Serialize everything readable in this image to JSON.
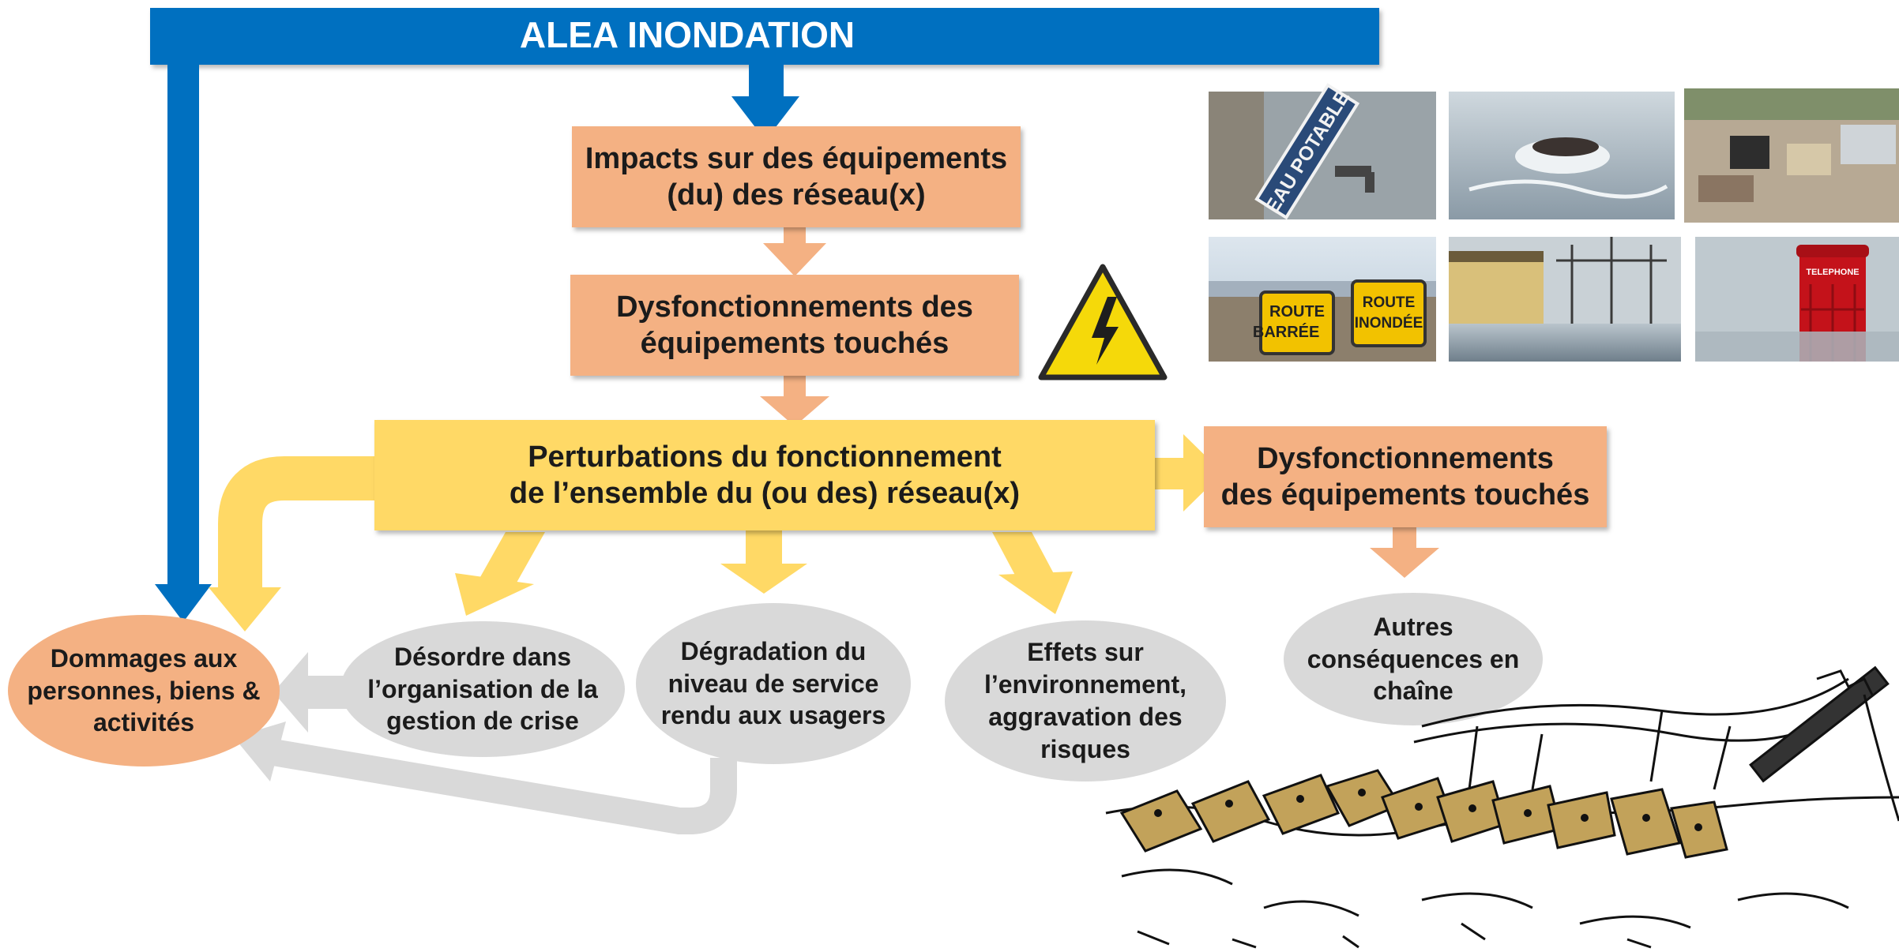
{
  "title": "ALEA INONDATION",
  "colors": {
    "blue": "#0070c0",
    "salmon": "#f4b183",
    "yellow": "#ffd966",
    "grey": "#d9d9d9"
  },
  "boxes": {
    "impacts": "Impacts sur des équipements\n(du) des réseau(x)",
    "dysfonct_center": "Dysfonctionnements des\néquipements touchés",
    "perturbations": "Perturbations du fonctionnement\nde l’ensemble du (ou des) réseau(x)",
    "dysfonct_right": "Dysfonctionnements\ndes équipements touchés"
  },
  "ellipses": {
    "dommages": "Dommages aux\npersonnes, biens &\nactivités",
    "desordre": "Désordre dans\nl’organisation de la\ngestion de crise",
    "degradation": "Dégradation du\nniveau de service\nrendu aux usagers",
    "effets": "Effets sur\nl’environnement,\naggravation des\nrisques",
    "autres": "Autres\nconséquences en\nchaîne"
  },
  "photo_labels": {
    "eau_potable": "EAU POTABLE",
    "route_barree": "ROUTE\nBARRÉE",
    "route_inondee": "ROUTE\nINONDÉE",
    "telephone": "TELEPHONE"
  },
  "icons": [
    "warning-electric-icon",
    "dominoes-illustration"
  ]
}
